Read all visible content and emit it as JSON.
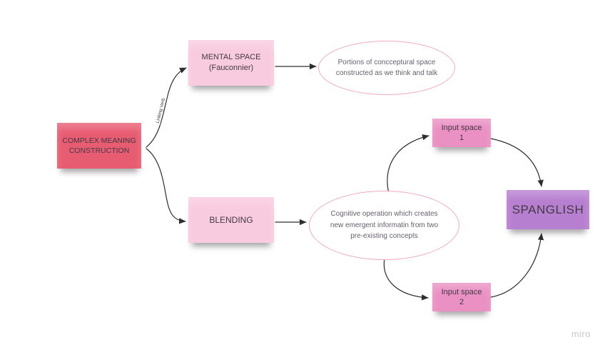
{
  "board": {
    "background": "#ffffff",
    "watermark": "miro"
  },
  "colors": {
    "sticky_red": "#e75c71",
    "sticky_light_pink": "#f9cbdf",
    "sticky_pink": "#ea90c3",
    "sticky_purple": "#b77fd0",
    "sticky_text": "#433a46",
    "ellipse_border": "#f0aac5",
    "ellipse_text": "#655f6b",
    "connector": "#2e2e2e"
  },
  "nodes": {
    "complex_meaning": {
      "line1": "COMPLEX MEANING",
      "line2": "CONSTRUCTION"
    },
    "mental_space": {
      "line1": "MENTAL SPACE",
      "line2": "(Fauconnier)"
    },
    "mental_space_definition": "Portions of concceptural space constructed as we think and talk",
    "blending": {
      "label": "BLENDING"
    },
    "blending_definition": "Cognitive operation which creates new emergent informatin from two pre-existing concepts",
    "input_space_1": {
      "line1": "Input space",
      "line2": "1"
    },
    "input_space_2": {
      "line1": "Input space",
      "line2": "2"
    },
    "spanglish": {
      "label": "SPANGLISH"
    }
  },
  "connectors": {
    "complex_to_mental_label": "Linking Verb"
  }
}
